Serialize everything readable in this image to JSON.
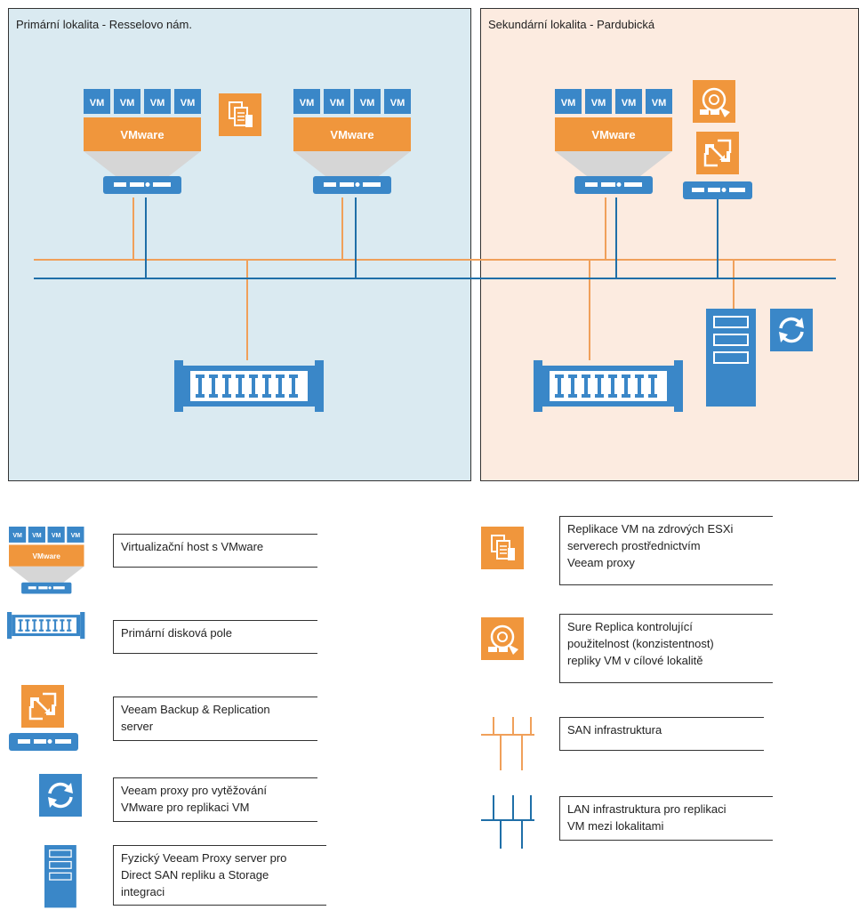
{
  "zones": {
    "primary_title": "Primární lokalita - Resselovo nám.",
    "secondary_title": "Sekundární lokalita - Pardubická"
  },
  "icons": {
    "vm_label": "VM",
    "vmware_label": "VMware"
  },
  "legend": {
    "left": [
      {
        "icon": "vmware-host-icon",
        "text": "Virtualizační host s VMware"
      },
      {
        "icon": "disk-array-icon",
        "text": "Primární disková pole"
      },
      {
        "icon": "veeam-br-server-icon",
        "text": "Veeam Backup & Replication\nserver"
      },
      {
        "icon": "veeam-proxy-icon",
        "text": "Veeam proxy pro vytěžování\nVMware pro replikaci VM"
      },
      {
        "icon": "physical-proxy-server-icon",
        "text": "Fyzický Veeam Proxy server pro\nDirect SAN repliku a Storage\nintegraci"
      }
    ],
    "right": [
      {
        "icon": "replication-icon",
        "text": "Replikace VM na zdrových ESXi\nserverech prostřednictvím\nVeeam proxy"
      },
      {
        "icon": "sure-replica-icon",
        "text": "Sure Replica kontrolující\npoužitelnost (konzistentnost)\nrepliky VM v cílové lokalitě"
      },
      {
        "icon": "san-infrastructure-icon",
        "text": "SAN infrastruktura"
      },
      {
        "icon": "lan-infrastructure-icon",
        "text": "LAN infrastruktura pro replikaci\nVM mezi lokalitami"
      }
    ]
  },
  "colors": {
    "blue": "#3a87c8",
    "orange": "#f0963c",
    "san_line": "#f0a05a",
    "lan_line": "#1f6fa8",
    "primary_bg": "#daeaf1",
    "secondary_bg": "#fcebe0"
  }
}
